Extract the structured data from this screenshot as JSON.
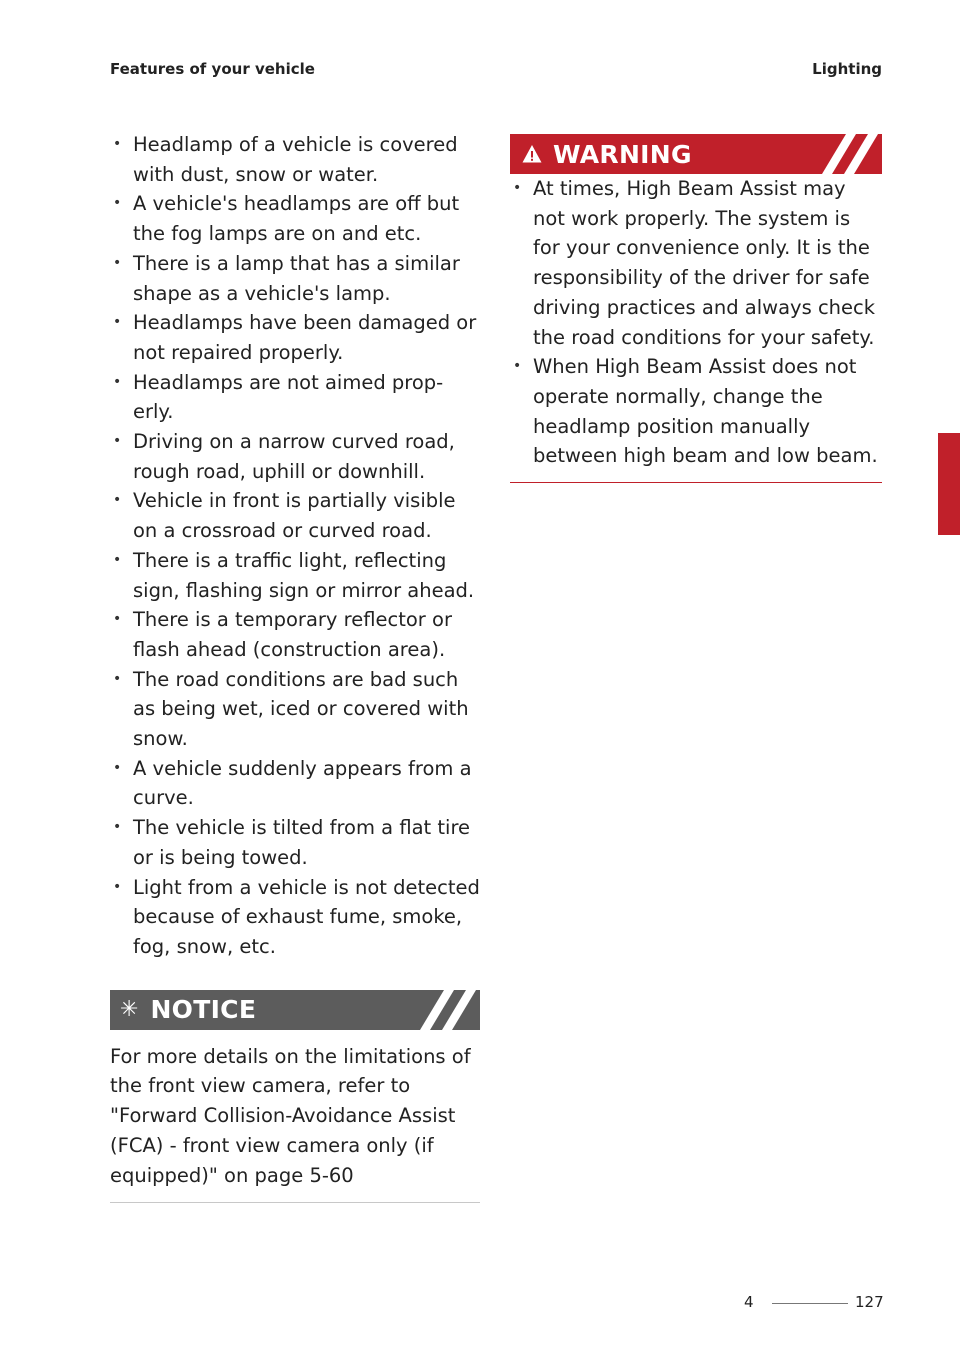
{
  "header": {
    "left": "Features of your vehicle",
    "right": "Lighting"
  },
  "left_column": {
    "bullets": [
      "Headlamp of a vehicle is covered with dust, snow or water.",
      "A vehicle's headlamps are off but the fog lamps are on and etc.",
      "There is a lamp that has a similar shape as a vehicle's lamp.",
      "Headlamps have been damaged or not repaired properly.",
      "Headlamps are not aimed prop-erly.",
      "Driving on a narrow curved road, rough road, uphill or downhill.",
      "Vehicle in front is partially visible on a crossroad or curved road.",
      "There is a traffic light, reflecting sign, flashing sign or mirror ahead.",
      "There is a temporary reflector or flash ahead (construction area).",
      "The road conditions are bad such as being wet, iced or covered with snow.",
      "A vehicle suddenly appears from a curve.",
      "The vehicle is tilted from a flat tire or is being towed.",
      "Light from a vehicle is not detected because of exhaust fume, smoke, fog, snow, etc."
    ],
    "notice": {
      "title": "NOTICE",
      "icon": "asterisk-icon",
      "text": "For more details on the limitations of the front view camera, refer to \"Forward Collision-Avoidance Assist (FCA) - front view camera only (if equipped)\" on page 5-60"
    }
  },
  "right_column": {
    "warning": {
      "title": "WARNING",
      "icon": "warning-triangle-icon",
      "bullets": [
        "At times, High Beam Assist may not work properly. The system is for your convenience only. It is the responsibility of the driver for safe driving practices and always check the road conditions for your safety.",
        "When High Beam Assist does not operate normally, change the headlamp position manually between high beam and low beam."
      ]
    }
  },
  "side_tab": {
    "number": "4"
  },
  "footer": {
    "chapter": "4",
    "page": "127"
  },
  "colors": {
    "accent": "#c0202a",
    "notice_bg": "#5c5c5c"
  }
}
